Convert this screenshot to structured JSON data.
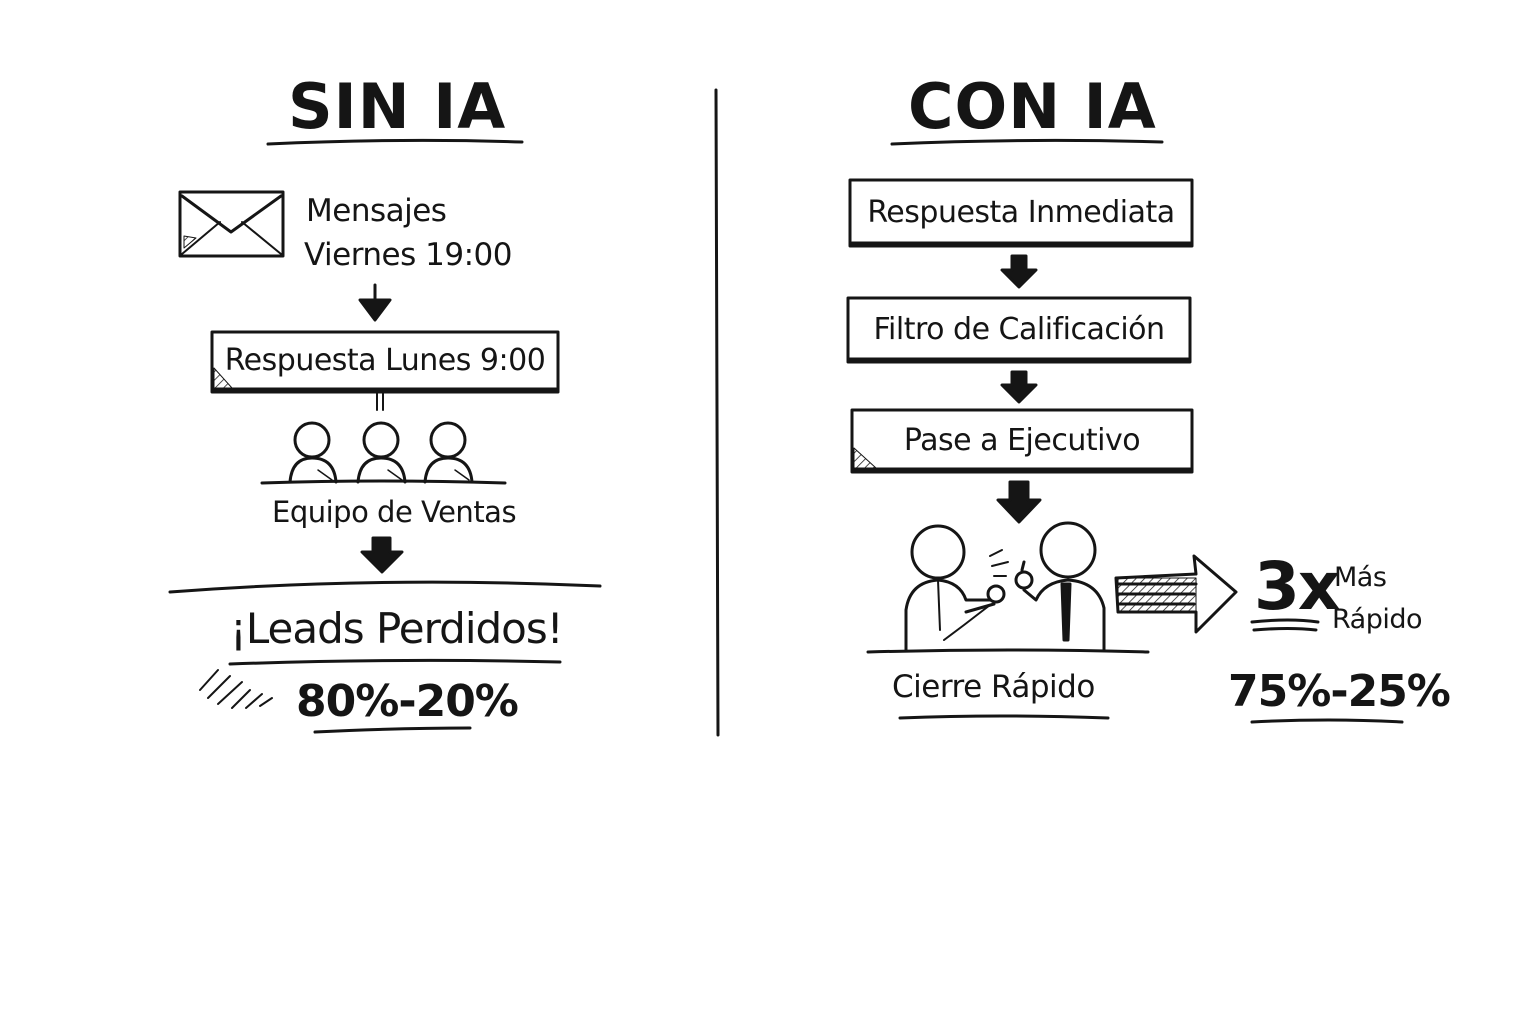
{
  "left": {
    "title": "SIN IA",
    "message_line1": "Mensajes",
    "message_line2": "Viernes 19:00",
    "response_box": "Respuesta Lunes 9:00",
    "team_label": "Equipo de Ventas",
    "result": "¡Leads Perdidos!",
    "ratio": "80%-20%"
  },
  "right": {
    "title": "CON IA",
    "steps": [
      "Respuesta Inmediata",
      "Filtro de Calificación",
      "Pase a Ejecutivo"
    ],
    "close_label": "Cierre Rápido",
    "speed_value": "3x",
    "speed_line1": "Más",
    "speed_line2": "Rápido",
    "ratio": "75%-25%"
  },
  "style": {
    "ink": "#151515",
    "background": "#ffffff"
  }
}
